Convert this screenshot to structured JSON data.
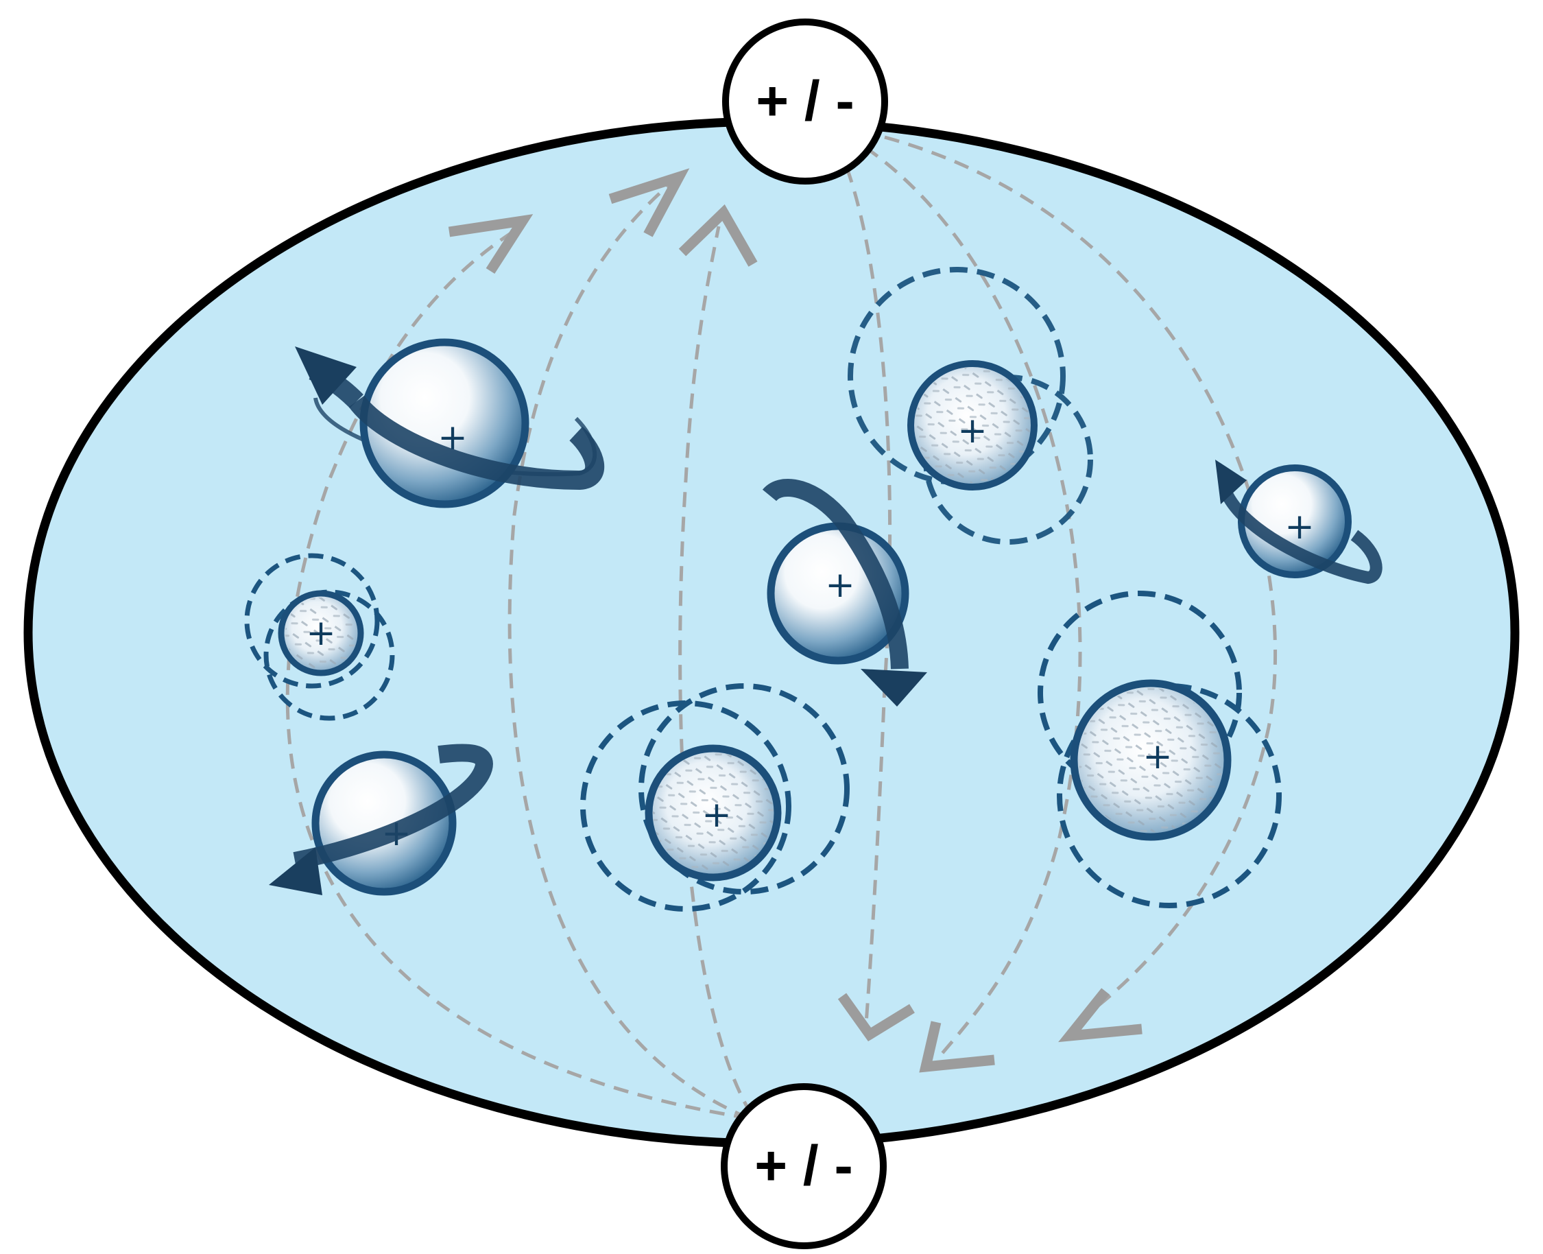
{
  "diagram": {
    "electrodes": [
      {
        "id": "top",
        "label": "+ / -"
      },
      {
        "id": "bottom",
        "label": "+ / -"
      }
    ],
    "particle_mark": "+",
    "colors": {
      "body_fill": "#c3e8f7",
      "body_outline": "#000000",
      "particle_dark": "#1b4f78",
      "particle_light": "#ffffff",
      "rotation_arrow": "#1d4466",
      "field_line": "#a6a6a6",
      "field_arrow": "#9c9c9c",
      "double_layer": "#1c5580"
    },
    "particles": [
      {
        "kind": "rotating",
        "rotation": "counter-clockwise"
      },
      {
        "kind": "rotating",
        "rotation": "counter-clockwise"
      },
      {
        "kind": "rotating",
        "rotation": "clockwise"
      },
      {
        "kind": "rotating",
        "rotation": "counter-clockwise"
      },
      {
        "kind": "double-layer"
      },
      {
        "kind": "double-layer"
      },
      {
        "kind": "double-layer"
      },
      {
        "kind": "double-layer"
      }
    ]
  }
}
